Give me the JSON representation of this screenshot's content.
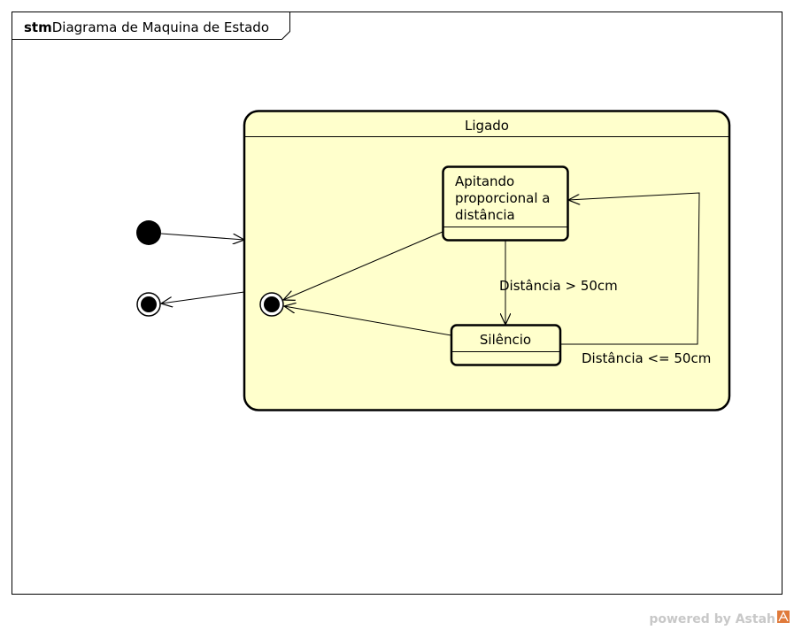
{
  "frame": {
    "keyword": "stm",
    "name": "Diagrama de Maquina de Estado"
  },
  "composite_state": {
    "name": "Ligado",
    "fill": "#ffffcc"
  },
  "states": {
    "apitando": [
      "Apitando",
      "proporcional a",
      "distância"
    ],
    "silencio": "Silêncio"
  },
  "transitions": {
    "to_silencio": "Distância > 50cm",
    "to_apitando": "Distância <= 50cm"
  },
  "watermark": {
    "text": "powered by Astah"
  }
}
